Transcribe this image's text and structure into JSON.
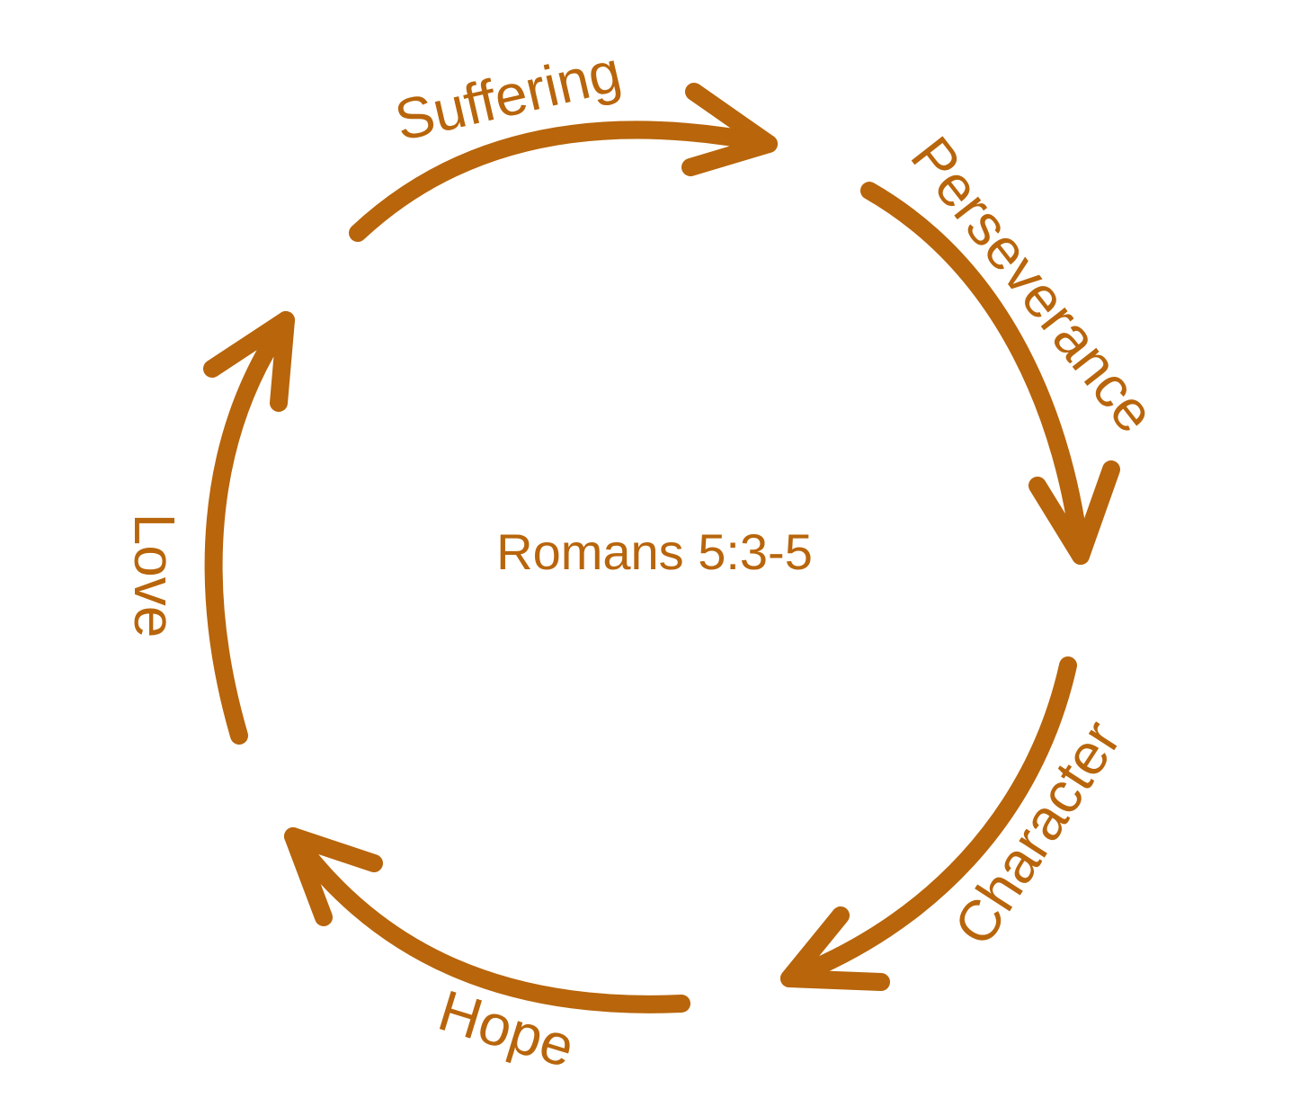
{
  "diagram": {
    "center_title": "Romans 5:3-5",
    "color": "#b8650b",
    "stages": [
      {
        "label": "Suffering"
      },
      {
        "label": "Perseverance"
      },
      {
        "label": "Character"
      },
      {
        "label": "Hope"
      },
      {
        "label": "Love"
      }
    ]
  }
}
